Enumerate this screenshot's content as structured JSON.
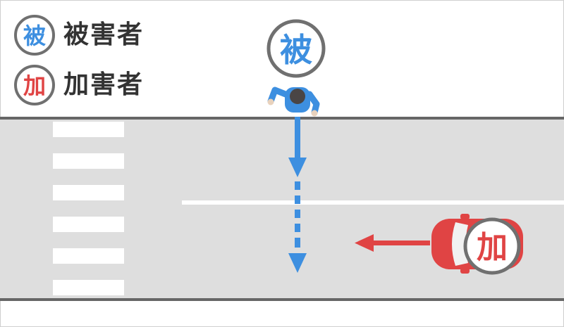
{
  "legend": {
    "victim": {
      "badge": "被",
      "label": "被害者"
    },
    "offender": {
      "badge": "加",
      "label": "加害者"
    }
  },
  "pedestrian_badge": "被",
  "car_badge": "加",
  "colors": {
    "victim_blue": "#3d8fe0",
    "offender_red": "#e04444",
    "road_gray": "#dedede",
    "road_edge": "#666666",
    "badge_ring": "#707070"
  }
}
